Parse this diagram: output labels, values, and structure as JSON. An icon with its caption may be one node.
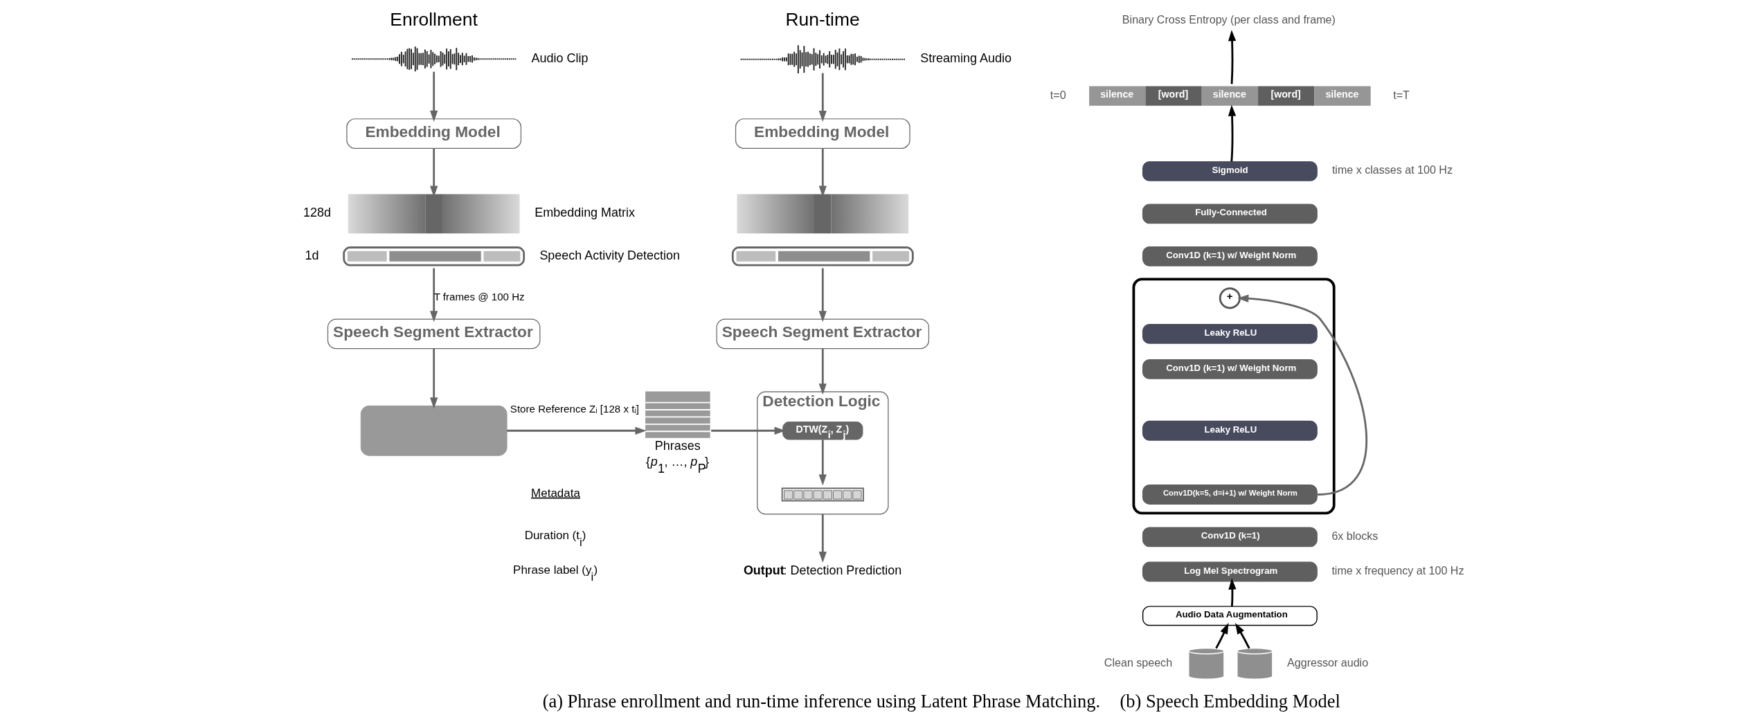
{
  "diagram": {
    "nodes": [
      {
        "text": [],
        "shape": "picture",
        "beside": [
          "Audio Clip"
        ]
      },
      {
        "text": [
          "Embedding Model"
        ]
      },
      {
        "text": [],
        "shape": "bar",
        "beside": [
          "128d",
          "Embedding Matrix"
        ]
      },
      {
        "text": [],
        "shape": "bar",
        "beside": [
          "1d",
          "Speech Activity Detection"
        ]
      },
      {
        "text": [
          "Speech Segment Extractor"
        ]
      },
      {
        "text": [],
        "shape": "box"
      },
      {
        "text": [
          "Phrases",
          "{*p*$_{1}$, …, *p*$_{P}$}"
        ]
      },
      {
        "text": [],
        "shape": "picture",
        "beside": [
          "Streaming Audio"
        ]
      },
      {
        "text": [
          "Embedding Model"
        ]
      },
      {
        "text": [],
        "shape": "bar"
      },
      {
        "text": [],
        "shape": "bar"
      },
      {
        "text": [
          "Speech Segment Extractor"
        ]
      },
      {
        "text": [
          "Detection Logic"
        ]
      },
      {
        "text": [
          "DTW(Z$_{i}$, Z$_{j}$)"
        ],
        "in": 12
      },
      {
        "text": [],
        "shape": "bar",
        "in": 12
      },
      {
        "text": [
          "**Output**: Detection Prediction"
        ]
      },
      {
        "text": [
          "Binary Cross Entropy (per class and frame)"
        ]
      },
      {
        "text": [
          "silence",
          "[word]",
          "silence",
          "[word]",
          "silence"
        ],
        "beside": [
          "t=0",
          "t=T"
        ]
      },
      {
        "text": [
          "Sigmoid"
        ],
        "beside": [
          "time x classes at 100 Hz"
        ]
      },
      {
        "text": [
          "Fully-Connected"
        ]
      },
      {
        "text": [
          "Conv1D (k=1) w/ Weight Norm"
        ]
      },
      {
        "text": [],
        "shape": "box",
        "beside": [
          "6x blocks"
        ]
      },
      {
        "text": [
          "+"
        ],
        "in": 21
      },
      {
        "text": [
          "Leaky ReLU"
        ],
        "in": 21
      },
      {
        "text": [
          "Conv1D (k=1) w/ Weight Norm"
        ],
        "in": 21
      },
      {
        "text": [
          "Leaky ReLU"
        ],
        "in": 21
      },
      {
        "text": [
          "Conv1D(k=5, d=i+1) w/ Weight Norm"
        ],
        "in": 21
      },
      {
        "text": [
          "Conv1D (k=1)"
        ]
      },
      {
        "text": [
          "Log Mel Spectrogram"
        ],
        "beside": [
          "time x frequency at 100 Hz"
        ]
      },
      {
        "text": [
          "Audio Data Augmentation"
        ]
      },
      {
        "text": [],
        "shape": "cylinder",
        "beside": [
          "Clean speech"
        ]
      },
      {
        "text": [],
        "shape": "cylinder",
        "beside": [
          "Aggressor audio"
        ]
      }
    ],
    "edges": [
      {
        "from": 0,
        "to": 1,
        "arrow": "to"
      },
      {
        "from": 1,
        "to": 2,
        "arrow": "to"
      },
      {
        "from": 3,
        "to": 4,
        "arrow": "to",
        "label": "T frames @ 100 Hz"
      },
      {
        "from": 4,
        "to": 5,
        "arrow": "to"
      },
      {
        "from": 5,
        "to": 6,
        "arrow": "to",
        "label": "Store Reference Zᵢ [128 x tᵢ]"
      },
      {
        "from": 6,
        "to": 13,
        "arrow": "to"
      },
      {
        "from": 7,
        "to": 8,
        "arrow": "to"
      },
      {
        "from": 8,
        "to": 9,
        "arrow": "to"
      },
      {
        "from": 10,
        "to": 11,
        "arrow": "to"
      },
      {
        "from": 11,
        "to": 12,
        "arrow": "to"
      },
      {
        "from": 13,
        "to": 14,
        "arrow": "to"
      },
      {
        "from": 12,
        "to": 15,
        "arrow": "to"
      },
      {
        "from": 30,
        "to": 29,
        "arrow": "to",
        "color": "#000000"
      },
      {
        "from": 31,
        "to": 29,
        "arrow": "to",
        "color": "#000000"
      },
      {
        "from": 29,
        "to": 28,
        "arrow": "to",
        "color": "#000000"
      },
      {
        "from": 26,
        "to": 22,
        "arrow": "to"
      },
      {
        "from": 18,
        "to": 17,
        "arrow": "to",
        "color": "#000000"
      },
      {
        "from": 17,
        "to": 16,
        "arrow": "to",
        "color": "#000000"
      }
    ],
    "labels": [
      "Enrollment",
      "Run-time",
      "Metadata",
      "Duration (t$_{i}$)",
      "Phrase label (y$_{i}$)",
      "(a) Phrase enrollment and run-time inference using Latent Phrase Matching.",
      "(b) Speech Embedding Model"
    ]
  }
}
